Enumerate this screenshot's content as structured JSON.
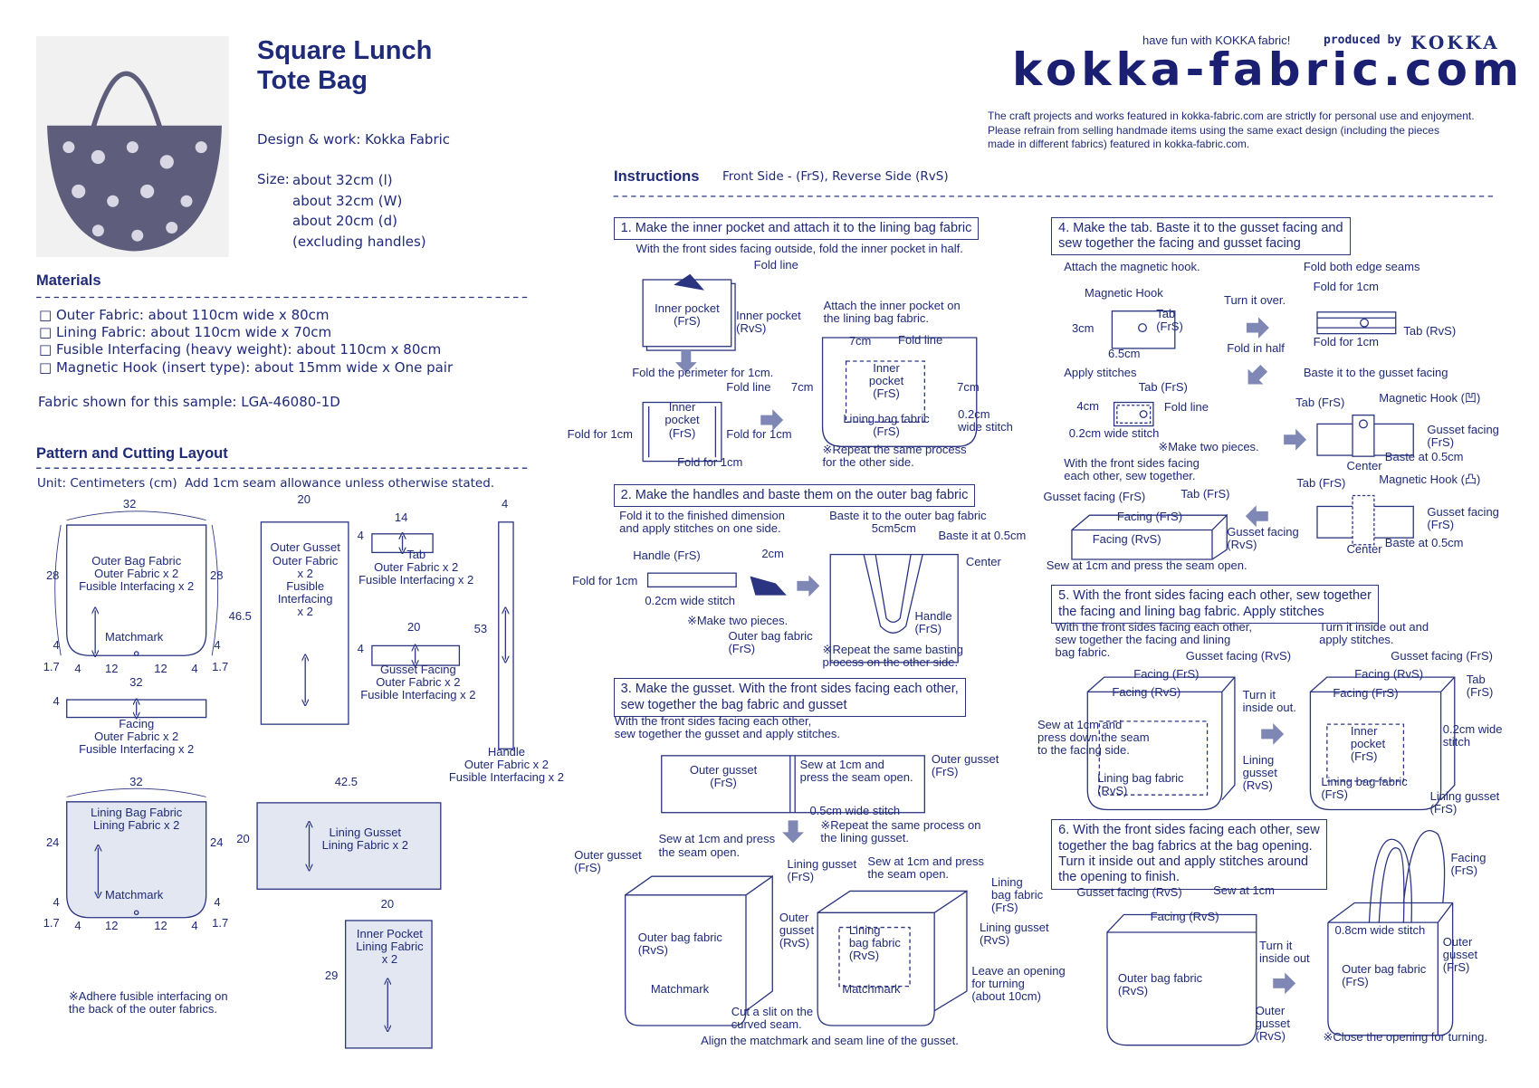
{
  "header": {
    "tagline": "have fun with KOKKA fabric!",
    "produced_by": "produced by",
    "brand": "KOKKA",
    "logo": "kokka-fabric.com",
    "disclaimer": "The craft projects and works featured in kokka-fabric.com are strictly for personal use and enjoyment.\nPlease refrain from selling handmade items using the same exact design (including the pieces\nmade in different fabrics) featured in kokka-fabric.com."
  },
  "project": {
    "title": "Square Lunch\nTote Bag",
    "design": "Design & work: Kokka Fabric",
    "size_label": "Size:",
    "size_lines": "about 32cm (l)\nabout 32cm (W)\nabout 20cm (d)\n(excluding handles)"
  },
  "materials": {
    "heading": "Materials",
    "items": "□ Outer Fabric: about 110cm wide x 80cm\n□ Lining Fabric: about 110cm wide x 70cm\n□ Fusible Interfacing (heavy weight): about 110cm x 80cm\n□ Magnetic Hook (insert type): about 15mm wide x One pair",
    "fabric_sample": "Fabric shown for this sample: LGA-46080-1D"
  },
  "pattern": {
    "heading": "Pattern and Cutting Layout",
    "unit": "Unit: Centimeters (cm)  Add 1cm seam allowance unless otherwise stated.",
    "labels": [
      "32",
      "28",
      "28",
      "Outer Bag Fabric\nOuter Fabric x 2\nFusible Interfacing x 2",
      "Matchmark",
      "4",
      "4",
      "1.7",
      "1.7",
      "4",
      "12",
      "12",
      "4",
      "32",
      "4",
      "Facing\nOuter Fabric x 2\nFusible Interfacing x 2",
      "20",
      "Outer Gusset\nOuter Fabric\nx 2\nFusible\nInterfacing\nx 2",
      "46.5",
      "14",
      "4",
      "Tab\nOuter Fabric x 2\nFusible Interfacing x 2",
      "20",
      "4",
      "Gusset Facing\nOuter Fabric x 2\nFusible Interfacing x 2",
      "4",
      "53",
      "Handle\nOuter Fabric x 2\nFusible Interfacing x 2",
      "32",
      "24",
      "24",
      "Lining Bag Fabric\nLining Fabric x 2",
      "Matchmark",
      "4",
      "4",
      "1.7",
      "1.7",
      "4",
      "12",
      "12",
      "4",
      "42.5",
      "20",
      "Lining Gusset\nLining Fabric x 2",
      "20",
      "29",
      "Inner Pocket\nLining Fabric\nx 2",
      "※Adhere fusible interfacing on\nthe back of the outer fabrics."
    ]
  },
  "instructions": {
    "heading": "Instructions",
    "legend": "Front Side - (FrS), Reverse Side (RvS)",
    "steps": [
      {
        "title": "1. Make the inner pocket and attach it to the lining bag fabric",
        "labels": [
          "With the front sides facing outside, fold the inner pocket in half.",
          "Fold line",
          "Inner pocket\n(FrS)",
          "Inner pocket\n(RvS)",
          "Fold the perimeter for 1cm.",
          "Fold line",
          "Inner\npocket\n(FrS)",
          "Fold for 1cm",
          "Fold for 1cm",
          "Fold for 1cm",
          "Attach the inner pocket on\nthe lining bag fabric.",
          "7cm",
          "Fold line",
          "7cm",
          "7cm",
          "Inner\npocket\n(FrS)",
          "Lining bag fabric\n(FrS)",
          "0.2cm\nwide stitch",
          "※Repeat the same process\nfor the other side."
        ]
      },
      {
        "title": "2. Make the handles and baste them on the outer bag fabric",
        "labels": [
          "Fold it to the finished dimension\nand apply stitches on one side.",
          "Handle (FrS)",
          "2cm",
          "Fold for 1cm",
          "0.2cm wide stitch",
          "※Make two pieces.",
          "Baste it to the outer bag fabric",
          "5cm5cm",
          "Baste it at 0.5cm",
          "Center",
          "Handle\n(FrS)",
          "Outer bag fabric\n(FrS)",
          "※Repeat the same basting\nprocess on the other side."
        ]
      },
      {
        "title": "3. Make the gusset. With the front sides facing each other,\nsew together the bag fabric and gusset",
        "labels": [
          "With the front sides facing each other,\nsew together the gusset and apply stitches.",
          "Outer gusset\n(FrS)",
          "Sew at 1cm and\npress the seam open.",
          "Outer gusset\n(FrS)",
          "0.5cm wide stitch",
          "※Repeat the same process on\nthe lining gusset.",
          "Outer gusset\n(FrS)",
          "Sew at 1cm and press\nthe seam open.",
          "Lining gusset\n(FrS)",
          "Sew at 1cm and press\nthe seam open.",
          "Lining\nbag fabric\n(FrS)",
          "Outer\ngusset\n(RvS)",
          "Outer bag fabric\n(RvS)",
          "Matchmark",
          "Lining\nbag fabric\n(RvS)",
          "Lining gusset\n(RvS)",
          "Leave an opening\nfor turning\n(about 10cm)",
          "Matchmark",
          "Cut a slit on the\ncurved seam.",
          "Align the matchmark and seam line of the gusset."
        ]
      },
      {
        "title": "4. Make the tab. Baste it to the gusset facing and\nsew together the facing and gusset facing",
        "labels": [
          "Attach the magnetic hook.",
          "Fold both edge seams",
          "Magnetic Hook",
          "Tab\n(FrS)",
          "3cm",
          "6.5cm",
          "Turn it over.",
          "Fold for 1cm",
          "Fold for 1cm",
          "Tab (RvS)",
          "Fold in half",
          "Apply stitches",
          "Baste it to the gusset facing",
          "Tab (FrS)",
          "4cm",
          "Fold line",
          "0.2cm wide stitch",
          "※Make two pieces.",
          "With the front sides facing\neach other, sew together.",
          "Tab (FrS)",
          "Magnetic Hook (凹)",
          "Gusset facing\n(FrS)",
          "Baste at 0.5cm",
          "Center",
          "Tab (FrS)",
          "Magnetic Hook (凸)",
          "Gusset facing\n(FrS)",
          "Baste at 0.5cm",
          "Center",
          "Gusset facing (FrS)",
          "Tab (FrS)",
          "Facing (FrS)",
          "Facing (RvS)",
          "Gusset facing\n(RvS)",
          "Sew at 1cm and press the seam open."
        ]
      },
      {
        "title": "5. With the front sides facing each other, sew together\nthe facing and lining bag fabric. Apply stitches",
        "labels": [
          "With the front sides facing each other,\nsew together the facing and lining\nbag fabric.",
          "Gusset facing (RvS)",
          "Facing (FrS)",
          "Facing (RvS)",
          "Sew at 1cm and\npress down the seam\nto the facing side.",
          "Turn it\ninside out.",
          "Lining\ngusset\n(RvS)",
          "Lining bag fabric\n(RvS)",
          "Turn it inside out and\napply stitches.",
          "Gusset facing (FrS)",
          "Facing (RvS)",
          "Tab\n(FrS)",
          "Facing (FrS)",
          "Inner\npocket\n(FrS)",
          "0.2cm wide\nstitch",
          "Lining bag fabric\n(FrS)",
          "Lining gusset\n(FrS)"
        ]
      },
      {
        "title": "6. With the front sides facing each other, sew\ntogether the bag fabrics at the bag opening.\nTurn it inside out and apply stitches around\nthe opening to finish.",
        "labels": [
          "Gusset facing (RvS)",
          "Sew at 1cm",
          "Facing (RvS)",
          "Outer bag fabric\n(RvS)",
          "Turn it\ninside out",
          "Outer\ngusset\n(RvS)",
          "Facing\n(FrS)",
          "0.8cm wide stitch",
          "Outer\ngusset\n(FrS)",
          "Outer bag fabric\n(FrS)",
          "※Close the opening for turning."
        ]
      }
    ]
  },
  "colors": {
    "ink": "#1f2a78",
    "arrow": "#7f87b5",
    "lining_fill": "#e3e7f1",
    "photo_bag": "#5f5d7c"
  }
}
